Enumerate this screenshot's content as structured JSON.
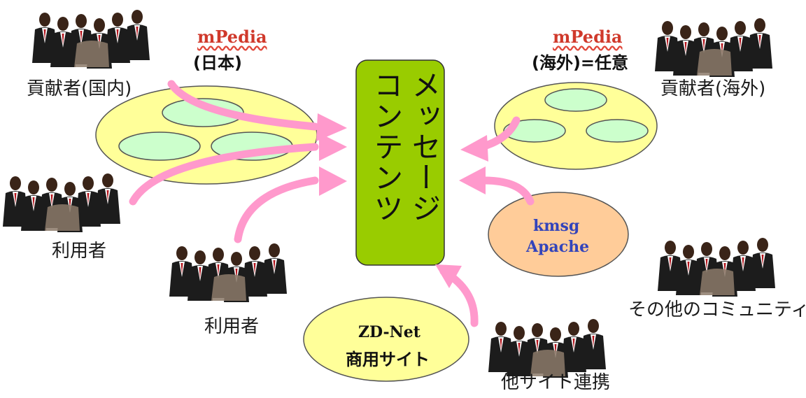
{
  "center": {
    "line1": "メッセージ",
    "line2": "コンテンツ"
  },
  "groups": {
    "mpedia_japan": {
      "title": "mPedia",
      "subtitle": "(日本)",
      "contributors": "貢献者(国内)"
    },
    "mpedia_overseas": {
      "title": "mPedia",
      "subtitle": "(海外)=任意",
      "contributors": "貢献者(海外)"
    },
    "kmsg": {
      "line1": "kmsg",
      "line2": "Apache",
      "people": "その他のコミュニティ"
    },
    "zdnet": {
      "line1": "ZD-Net",
      "line2": "商用サイト",
      "people": "他サイト連携"
    }
  },
  "users": {
    "left": "利用者",
    "bottom": "利用者"
  },
  "colors": {
    "center_fill": "#99cc00",
    "yellow_ellipse": "#ffff99",
    "inner_ellipse": "#ccffcc",
    "peach_ellipse": "#ffcc99",
    "arrow": "#ff99cc",
    "kmsg_text": "#3344bb"
  },
  "icons": [
    "people-group-icon"
  ]
}
